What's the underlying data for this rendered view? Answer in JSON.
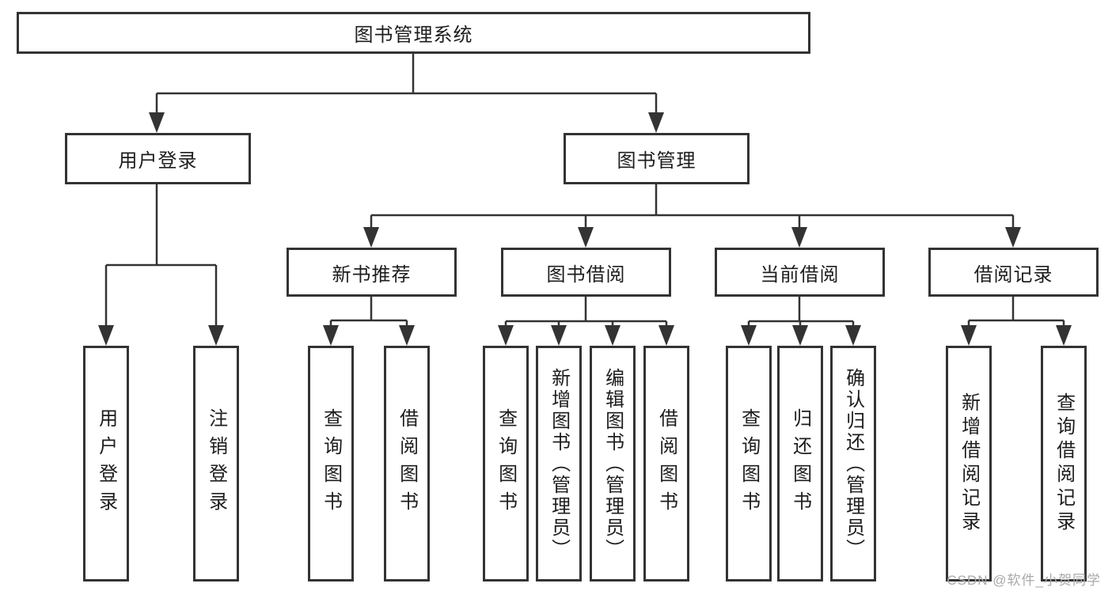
{
  "diagram": {
    "root": "图书管理系统",
    "branches": [
      {
        "label": "用户登录",
        "leaves": [
          "用户登录",
          "注销登录"
        ]
      },
      {
        "label": "图书管理",
        "groups": [
          {
            "label": "新书推荐",
            "leaves": [
              "查询图书",
              "借阅图书"
            ]
          },
          {
            "label": "图书借阅",
            "leaves": [
              "查询图书",
              "新增图书（管理员）",
              "编辑图书（管理员）",
              "借阅图书"
            ]
          },
          {
            "label": "当前借阅",
            "leaves": [
              "查询图书",
              "归还图书",
              "确认归还（管理员）"
            ]
          },
          {
            "label": "借阅记录",
            "leaves": [
              "新增借阅记录",
              "查询借阅记录"
            ]
          }
        ]
      }
    ]
  },
  "colors": {
    "line": "#333333",
    "text": "#1d1d1d",
    "watermark": "#a9a9a9",
    "background": "#ffffff"
  },
  "watermark": "CSDN @软件_小贺同学"
}
